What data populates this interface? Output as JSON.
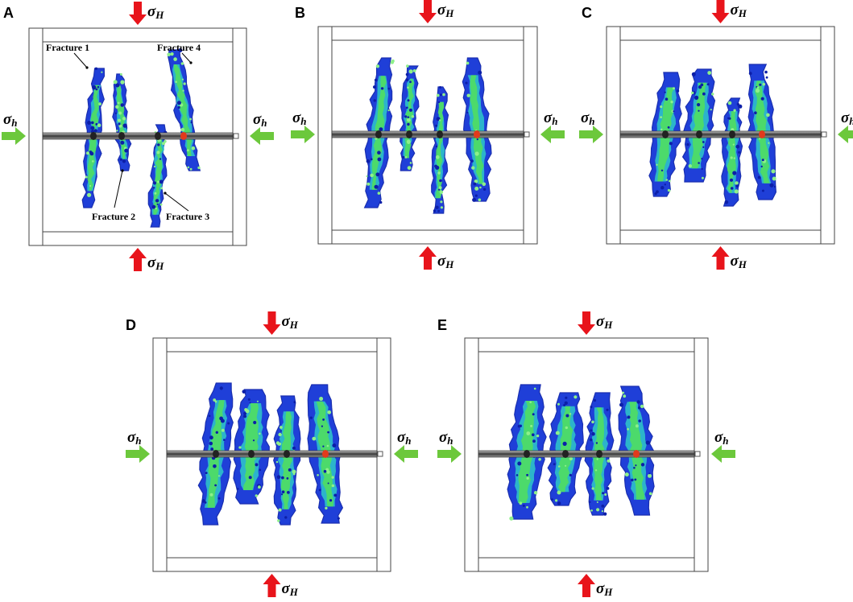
{
  "panels": [
    {
      "id": "A",
      "label": "A",
      "stress_h": "σ",
      "sub_h": "h",
      "stress_H": "σ",
      "sub_H": "H",
      "fracture_labels": [
        "Fracture 1",
        "Fracture 2",
        "Fracture 3",
        "Fracture 4"
      ]
    },
    {
      "id": "B",
      "label": "B",
      "stress_h": "σ",
      "sub_h": "h",
      "stress_H": "σ",
      "sub_H": "H"
    },
    {
      "id": "C",
      "label": "C",
      "stress_h": "σ",
      "sub_h": "h",
      "stress_H": "σ",
      "sub_H": "H"
    },
    {
      "id": "D",
      "label": "D",
      "stress_h": "σ",
      "sub_h": "h",
      "stress_H": "σ",
      "sub_H": "H"
    },
    {
      "id": "E",
      "label": "E",
      "stress_h": "σ",
      "sub_h": "h",
      "stress_H": "σ",
      "sub_H": "H"
    }
  ],
  "colors": {
    "sigma_H_arrow": "#e8141b",
    "sigma_h_arrow": "#6cc83c",
    "fracture_low": "#1f3fd8",
    "fracture_mid": "#2fc9c9",
    "fracture_high": "#52e05a",
    "fracture_peak": "#e23a1c",
    "wellbore": "#6a6a6a"
  }
}
